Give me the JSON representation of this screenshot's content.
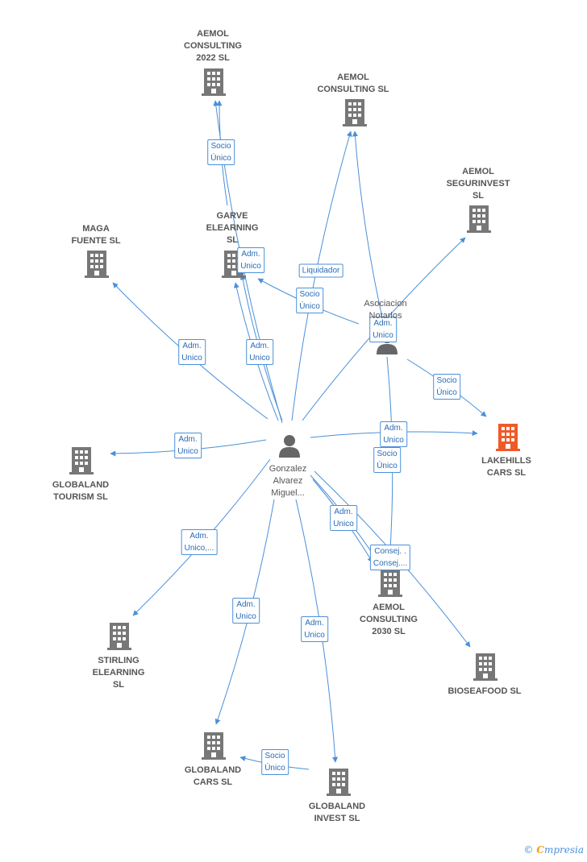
{
  "colors": {
    "edge": "#4a90d9",
    "building": "#777777",
    "highlight": "#f05a28",
    "person": "#666666"
  },
  "nodes": [
    {
      "id": "center",
      "kind": "person",
      "label": "Gonzalez\nAlvarez\nMiguel..."
    },
    {
      "id": "asoc",
      "kind": "person",
      "label": "Asociacion\nNotarlos"
    },
    {
      "id": "aemol2022",
      "kind": "building",
      "label": "AEMOL\nCONSULTING\n2022  SL"
    },
    {
      "id": "aemolsl",
      "kind": "building",
      "label": "AEMOL\nCONSULTING SL"
    },
    {
      "id": "seg",
      "kind": "building",
      "label": "AEMOL\nSEGURINVEST\nSL"
    },
    {
      "id": "maga",
      "kind": "building",
      "label": "MAGA\nFUENTE  SL"
    },
    {
      "id": "garve",
      "kind": "building",
      "label": "GARVE\nELEARNING\nSL"
    },
    {
      "id": "lake",
      "kind": "building",
      "highlight": true,
      "label": "LAKEHILLS\nCARS  SL"
    },
    {
      "id": "gtour",
      "kind": "building",
      "label": "GLOBALAND\nTOURISM  SL"
    },
    {
      "id": "stirling",
      "kind": "building",
      "label": "STIRLING\nELEARNING\nSL"
    },
    {
      "id": "a2030",
      "kind": "building",
      "label": "AEMOL\nCONSULTING\n2030  SL"
    },
    {
      "id": "bio",
      "kind": "building",
      "label": "BIOSEAFOOD SL"
    },
    {
      "id": "gcars",
      "kind": "building",
      "label": "GLOBALAND\nCARS  SL"
    },
    {
      "id": "ginvest",
      "kind": "building",
      "label": "GLOBALAND\nINVEST  SL"
    }
  ],
  "edge_labels": [
    "Socio\nÚnico",
    "Liquidador",
    "Adm.\nUnico",
    "Socio\nÚnico",
    "Adm.\nUnico",
    "Adm.\nUnico",
    "Adm.\nUnico",
    "Socio\nÚnico",
    "Adm.\nUnico",
    "Socio\nÚnico",
    "Adm.\nUnico",
    "Adm.\nUnico,...",
    "Adm.\nUnico",
    "Consej. .\nConsej....",
    "Adm.\nUnico",
    "Adm.\nUnico",
    "Socio\nÚnico"
  ],
  "watermark": {
    "copyright": "©",
    "brand_first": "C",
    "brand_rest": "mpresia"
  }
}
